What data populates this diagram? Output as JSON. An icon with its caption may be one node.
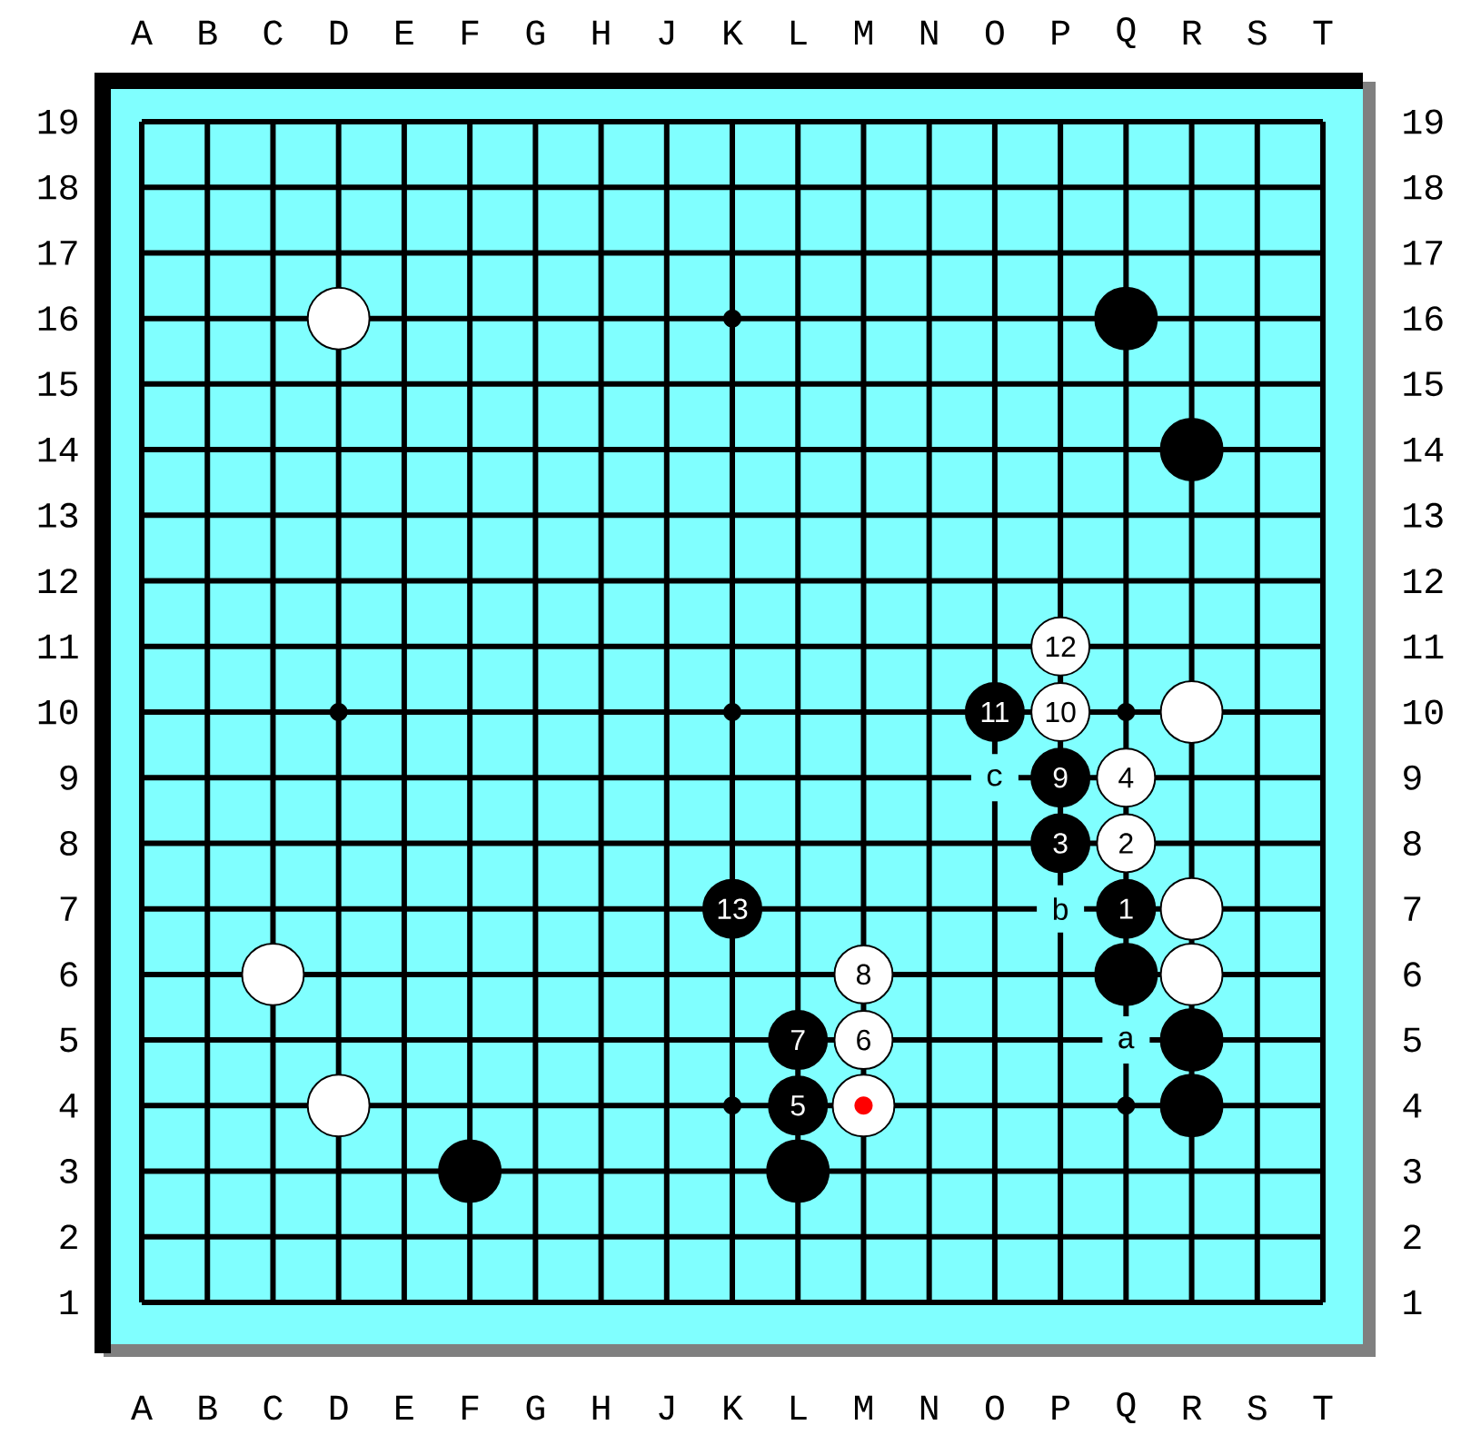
{
  "diagram": {
    "nodes": [
      {
        "text": [],
        "shape": "circle"
      },
      {
        "text": [],
        "shape": "circle"
      },
      {
        "text": [],
        "shape": "circle"
      },
      {
        "text": [
          "12"
        ]
      },
      {
        "text": [
          "11"
        ]
      },
      {
        "text": [
          "10"
        ]
      },
      {
        "text": [],
        "shape": "circle"
      },
      {
        "text": [
          "9"
        ]
      },
      {
        "text": [
          "4"
        ]
      },
      {
        "text": [
          "3"
        ]
      },
      {
        "text": [
          "2"
        ]
      },
      {
        "text": [
          "13"
        ]
      },
      {
        "text": [
          "1"
        ]
      },
      {
        "text": [],
        "shape": "circle"
      },
      {
        "text": [],
        "shape": "circle"
      },
      {
        "text": [
          "8"
        ]
      },
      {
        "text": [],
        "shape": "circle"
      },
      {
        "text": [],
        "shape": "circle"
      },
      {
        "text": [
          "7"
        ]
      },
      {
        "text": [
          "6"
        ]
      },
      {
        "text": [],
        "shape": "circle"
      },
      {
        "text": [],
        "shape": "circle"
      },
      {
        "text": [
          "5"
        ]
      },
      {
        "text": [],
        "shape": "circle"
      },
      {
        "text": [],
        "shape": "circle"
      },
      {
        "text": [],
        "shape": "circle"
      },
      {
        "text": [],
        "shape": "circle"
      }
    ],
    "labels": [
      "A",
      "B",
      "C",
      "D",
      "E",
      "F",
      "G",
      "H",
      "J",
      "K",
      "L",
      "M",
      "N",
      "O",
      "P",
      "Q",
      "R",
      "S",
      "T",
      "19",
      "19",
      "18",
      "18",
      "17",
      "17",
      "16",
      "16",
      "15",
      "15",
      "14",
      "14",
      "13",
      "13",
      "12",
      "12",
      "11",
      "11",
      "10",
      "10",
      "9",
      "c",
      "9",
      "8",
      "8",
      "7",
      "b",
      "7",
      "6",
      "6",
      "5",
      "a",
      "5",
      "4",
      "4",
      "3",
      "3",
      "2",
      "2",
      "1",
      "1",
      "A",
      "B",
      "C",
      "D",
      "E",
      "F",
      "G",
      "H",
      "J",
      "K",
      "L",
      "M",
      "N",
      "O",
      "P",
      "Q",
      "R",
      "S",
      "T"
    ]
  }
}
